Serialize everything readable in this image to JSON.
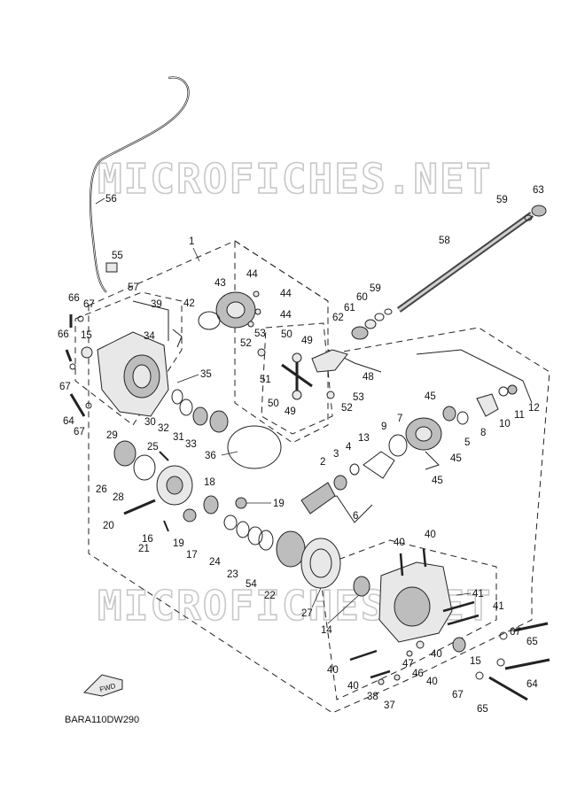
{
  "watermark": "MICROFICHES.NET",
  "diagram_code": "BARA110DW290",
  "fwd_label": "FWD",
  "callouts": [
    "1",
    "2",
    "3",
    "4",
    "5",
    "6",
    "7",
    "8",
    "9",
    "10",
    "11",
    "12",
    "13",
    "14",
    "15",
    "15",
    "16",
    "17",
    "18",
    "19",
    "19",
    "20",
    "21",
    "22",
    "23",
    "24",
    "25",
    "26",
    "27",
    "28",
    "29",
    "30",
    "31",
    "32",
    "33",
    "34",
    "35",
    "36",
    "37",
    "38",
    "39",
    "40",
    "40",
    "40",
    "40",
    "40",
    "40",
    "41",
    "41",
    "42",
    "43",
    "44",
    "44",
    "44",
    "45",
    "45",
    "45",
    "46",
    "47",
    "48",
    "49",
    "49",
    "50",
    "50",
    "51",
    "52",
    "52",
    "53",
    "53",
    "54",
    "55",
    "56",
    "57",
    "58",
    "59",
    "59",
    "60",
    "61",
    "62",
    "63",
    "64",
    "64",
    "65",
    "65",
    "66",
    "66",
    "67",
    "67",
    "67",
    "67",
    "67"
  ]
}
